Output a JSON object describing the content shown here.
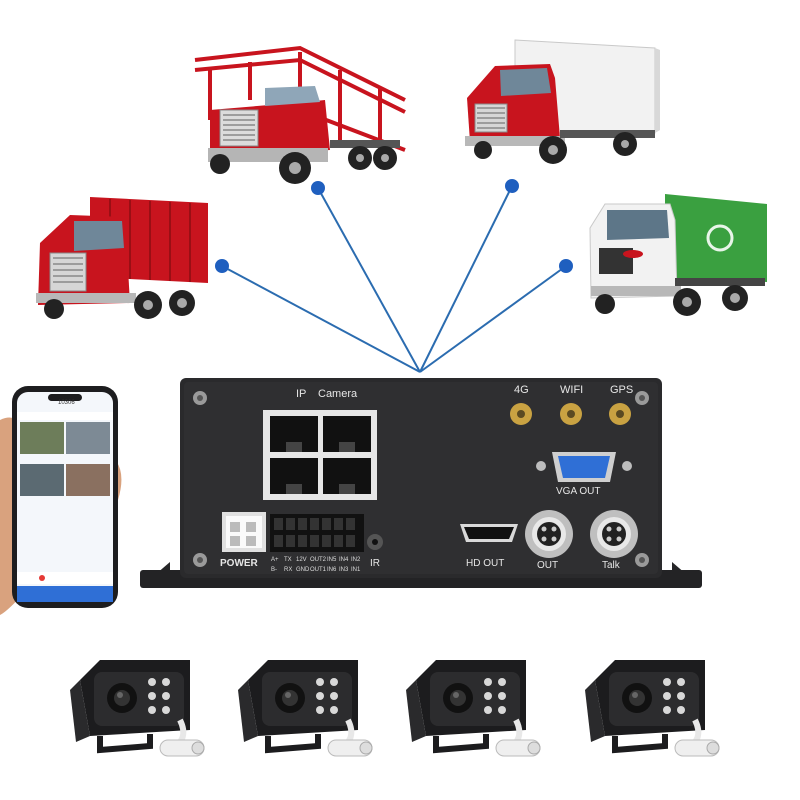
{
  "dvr": {
    "port_labels": {
      "ip": "IP",
      "camera": "Camera",
      "g4": "4G",
      "wifi": "WIFI",
      "gps": "GPS",
      "vga_out": "VGA OUT",
      "power": "POWER",
      "ir": "IR",
      "hd_out": "HD OUT",
      "out": "OUT",
      "talk": "Talk"
    },
    "terminal_top": [
      "A+",
      "TX",
      "12V",
      "OUT2",
      "IN5",
      "IN4",
      "IN2"
    ],
    "terminal_bottom": [
      "B-",
      "RX",
      "GND",
      "OUT1",
      "IN6",
      "IN3",
      "IN1"
    ]
  },
  "phone": {
    "status_title": "10306"
  },
  "colors": {
    "dvr_body": "#2a2a2c",
    "connector_line": "#2b6cb0",
    "connector_dot": "#1f5fbf",
    "truck_red": "#c8141e",
    "garbage_green": "#3aa040",
    "truck_white": "#f2f2f2"
  },
  "vehicles": [
    {
      "kind": "car-carrier-truck",
      "color": "red"
    },
    {
      "kind": "box-truck",
      "color": "white-with-red-cab"
    },
    {
      "kind": "dump-truck",
      "color": "red"
    },
    {
      "kind": "garbage-truck",
      "color": "white-green"
    }
  ],
  "cameras_count_shown": 4
}
